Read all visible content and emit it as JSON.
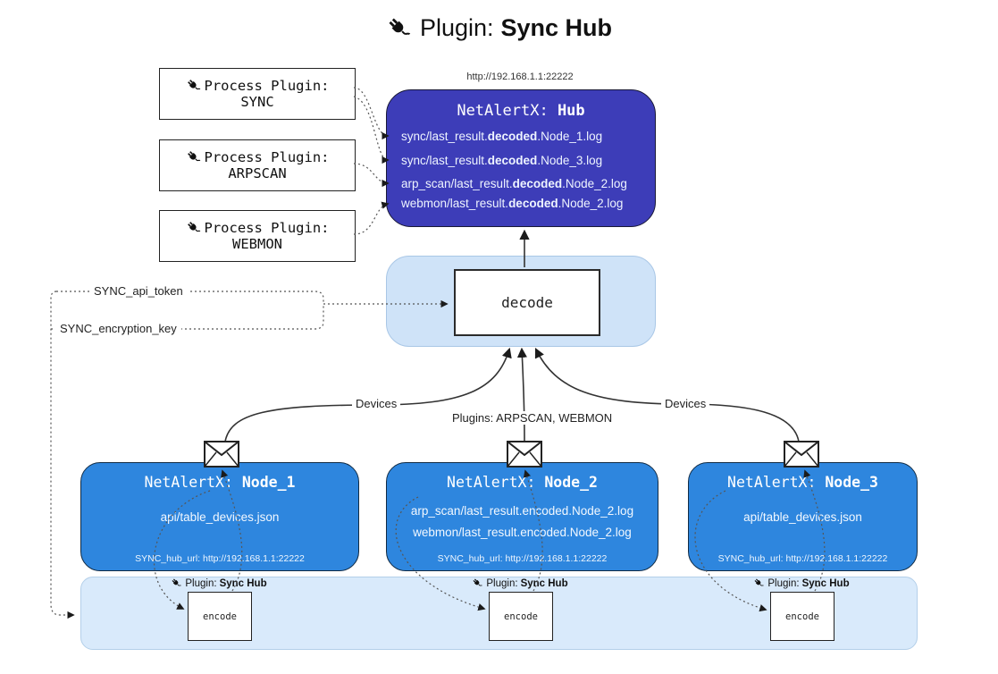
{
  "title": {
    "prefix": "Plugin:",
    "name": "Sync Hub"
  },
  "hub": {
    "url": "http://192.168.1.1:22222",
    "title_prefix": "NetAlertX:",
    "title_name": "Hub",
    "items": [
      {
        "pre": "sync/last_result.",
        "bold": "decoded",
        "post": ".Node_1.log"
      },
      {
        "pre": "sync/last_result.",
        "bold": "decoded",
        "post": ".Node_3.log"
      },
      {
        "pre": "arp_scan/last_result.",
        "bold": "decoded",
        "post": ".Node_2.log"
      },
      {
        "pre": "webmon/last_result.",
        "bold": "decoded",
        "post": ".Node_2.log"
      }
    ]
  },
  "process_plugins": [
    {
      "label": "Process Plugin:",
      "name": "SYNC"
    },
    {
      "label": "Process Plugin:",
      "name": "ARPSCAN"
    },
    {
      "label": "Process Plugin:",
      "name": "WEBMON"
    }
  ],
  "decode": {
    "label": "decode"
  },
  "tokens": {
    "api_token": "SYNC_api_token",
    "encryption_key": "SYNC_encryption_key"
  },
  "edges": {
    "devices_left": "Devices",
    "plugins_center": "Plugins: ARPSCAN, WEBMON",
    "devices_right": "Devices"
  },
  "nodes": [
    {
      "title_prefix": "NetAlertX:",
      "title_name": "Node_1",
      "files": [
        "api/table_devices.json"
      ],
      "hub_url": "SYNC_hub_url: http://192.168.1.1:22222"
    },
    {
      "title_prefix": "NetAlertX:",
      "title_name": "Node_2",
      "files": [
        "arp_scan/last_result.encoded.Node_2.log",
        "webmon/last_result.encoded.Node_2.log"
      ],
      "hub_url": "SYNC_hub_url: http://192.168.1.1:22222"
    },
    {
      "title_prefix": "NetAlertX:",
      "title_name": "Node_3",
      "files": [
        "api/table_devices.json"
      ],
      "hub_url": "SYNC_hub_url: http://192.168.1.1:22222"
    }
  ],
  "encode_band": {
    "plugin_prefix": "Plugin:",
    "plugin_name": "Sync Hub",
    "encode_label": "encode"
  },
  "colors": {
    "hub_bg": "#3d3db8",
    "node_bg": "#2e86de",
    "decode_panel_bg": "#cfe3f8",
    "band_bg": "#d9eafb"
  }
}
